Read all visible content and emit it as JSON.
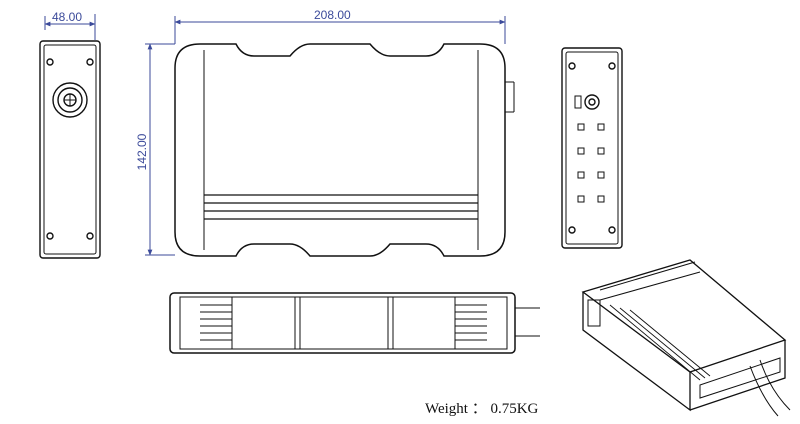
{
  "dimensions": {
    "width": "208.00",
    "height": "142.00",
    "depth": "48.00"
  },
  "weight": {
    "label": "Weight",
    "separator": "：",
    "value": "0.75KG"
  },
  "colors": {
    "dimension_lines": "#3b4a9a",
    "outline": "#111111"
  }
}
